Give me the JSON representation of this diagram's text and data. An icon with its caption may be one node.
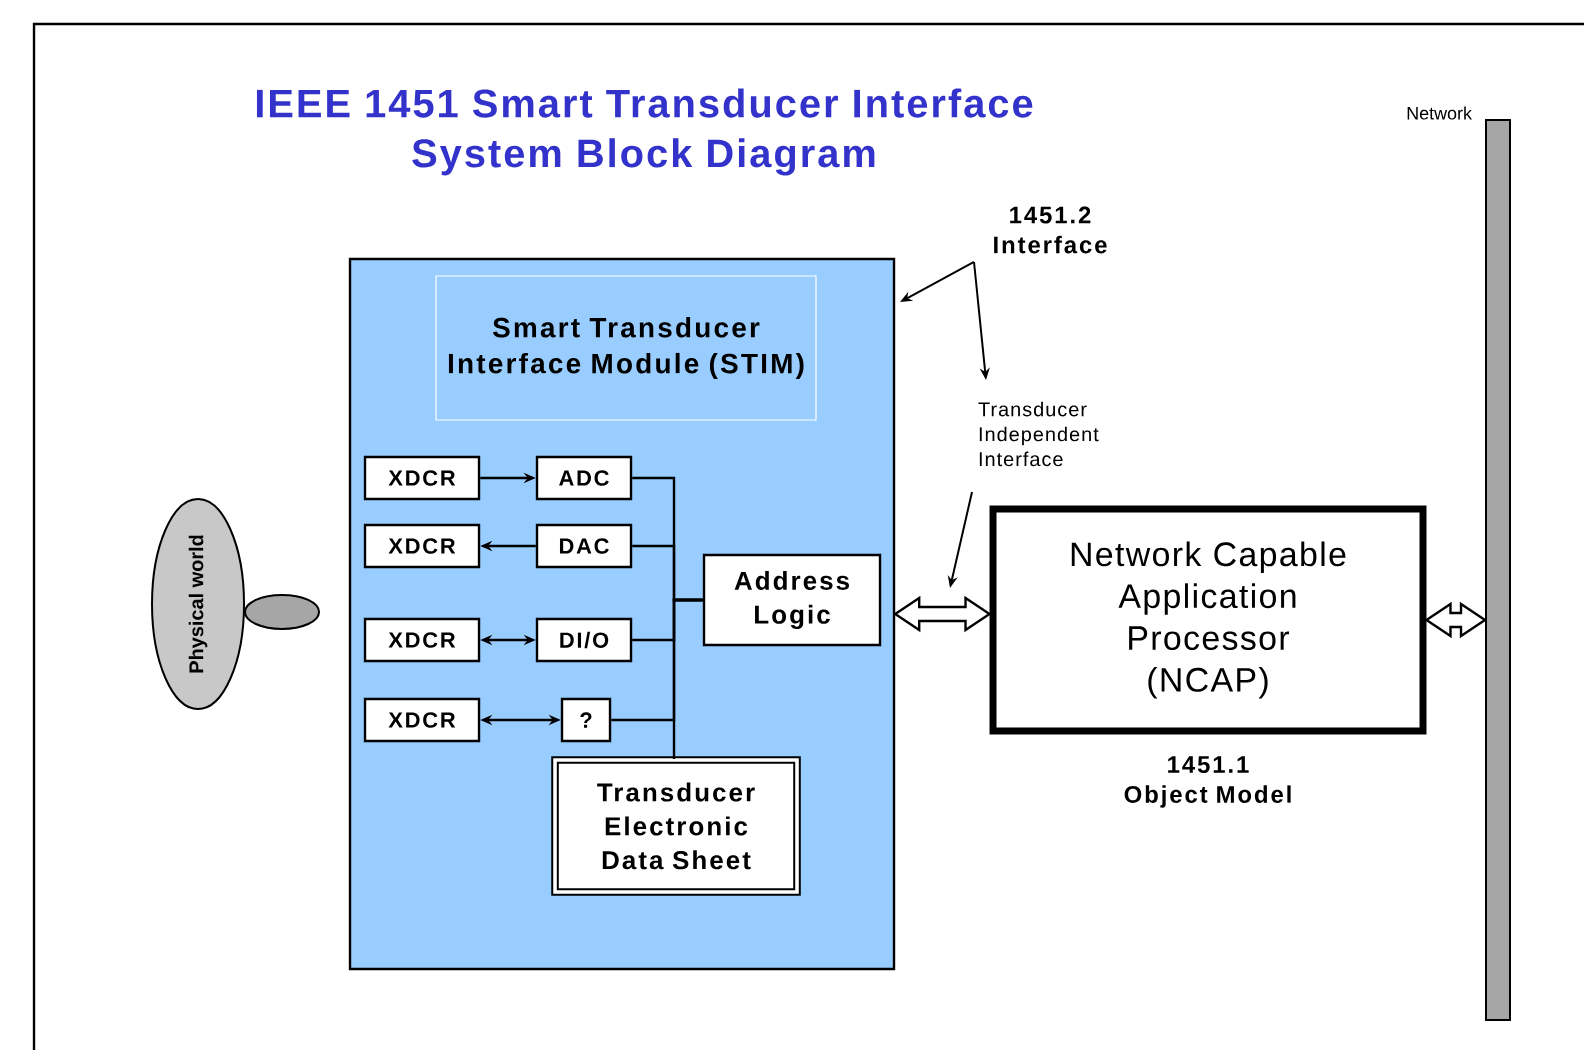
{
  "diagram": {
    "title": "IEEE 1451 Smart Transducer Interface System Block Diagram",
    "nodes": [
      {
        "text": [],
        "shape": "box"
      },
      {
        "text": [
          "Smart Transducer Interface Module (STIM)"
        ],
        "in": 0
      },
      {
        "text": [
          "XDCR"
        ],
        "in": 0
      },
      {
        "text": [
          "ADC"
        ],
        "in": 0
      },
      {
        "text": [
          "XDCR"
        ],
        "in": 0
      },
      {
        "text": [
          "DAC"
        ],
        "in": 0
      },
      {
        "text": [
          "XDCR"
        ],
        "in": 0
      },
      {
        "text": [
          "DI/O"
        ],
        "in": 0
      },
      {
        "text": [
          "XDCR"
        ],
        "in": 0
      },
      {
        "text": [
          "?"
        ],
        "in": 0
      },
      {
        "text": [
          "Address Logic"
        ],
        "in": 0
      },
      {
        "text": [
          "Transducer Electronic Data Sheet"
        ],
        "in": 0
      },
      {
        "text": [
          "Physical world"
        ]
      },
      {
        "text": [],
        "shape": "ellipse"
      },
      {
        "text": [
          "Network Capable Application Processor (NCAP)"
        ]
      },
      {
        "text": [],
        "shape": "bar",
        "beside": [
          "Network"
        ]
      },
      {
        "text": [
          "1451.2 Interface"
        ]
      },
      {
        "text": [
          "Transducer Independent Interface"
        ]
      }
    ],
    "edges": [
      {
        "from": 2,
        "to": 3,
        "arrow": "to"
      },
      {
        "from": 5,
        "to": 4,
        "arrow": "to"
      },
      {
        "from": 6,
        "to": 7,
        "arrow": "both"
      },
      {
        "from": 8,
        "to": 9,
        "arrow": "both"
      },
      {
        "from": 3,
        "to": 10,
        "arrow": "none"
      },
      {
        "from": 5,
        "to": 10,
        "arrow": "none"
      },
      {
        "from": 7,
        "to": 10,
        "arrow": "none"
      },
      {
        "from": 9,
        "to": 10,
        "arrow": "none"
      },
      {
        "from": 10,
        "to": 11,
        "arrow": "none"
      },
      {
        "from": 0,
        "to": 14,
        "arrow": "both"
      },
      {
        "from": 14,
        "to": 15,
        "arrow": "both"
      },
      {
        "from": 16,
        "to": 0,
        "arrow": "to"
      },
      {
        "from": 16,
        "to": 17,
        "arrow": "to"
      },
      {
        "from": 17,
        "to": null,
        "arrow": "to"
      }
    ],
    "labels": [
      "1451.1 Object Model"
    ]
  }
}
